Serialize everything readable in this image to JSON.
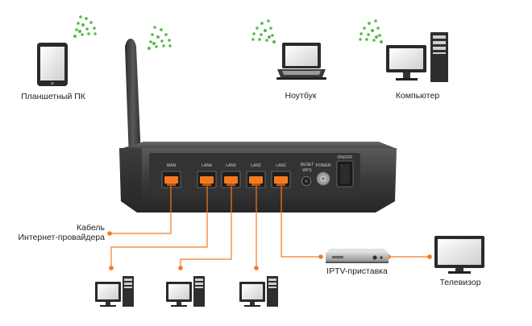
{
  "devices": {
    "tablet": "Планшетный ПК",
    "laptop": "Ноутбук",
    "computer": "Компьютер",
    "iptv": "IPTV-приставка",
    "tv": "Телевизор"
  },
  "cable": {
    "line1": "Кабель",
    "line2": "Интернет-провайдера"
  },
  "router": {
    "wan": "WAN",
    "lan4": "LAN4",
    "lan3": "LAN3",
    "lan2": "LAN2",
    "lan1": "LAN1",
    "reset": "RESET",
    "wps": "WPS",
    "power": "POWER",
    "onoff": "ON/OFF"
  },
  "colors": {
    "cable": "#f47a20",
    "wifi": "#55b947",
    "router_body": "#3b3b3b",
    "device_dark": "#2a2a2a"
  },
  "icons": [
    "wifi-signal-icon",
    "tablet-icon",
    "laptop-icon",
    "desktop-computer-icon",
    "iptv-set-top-box-icon",
    "tv-icon",
    "router-icon",
    "antenna-icon"
  ]
}
